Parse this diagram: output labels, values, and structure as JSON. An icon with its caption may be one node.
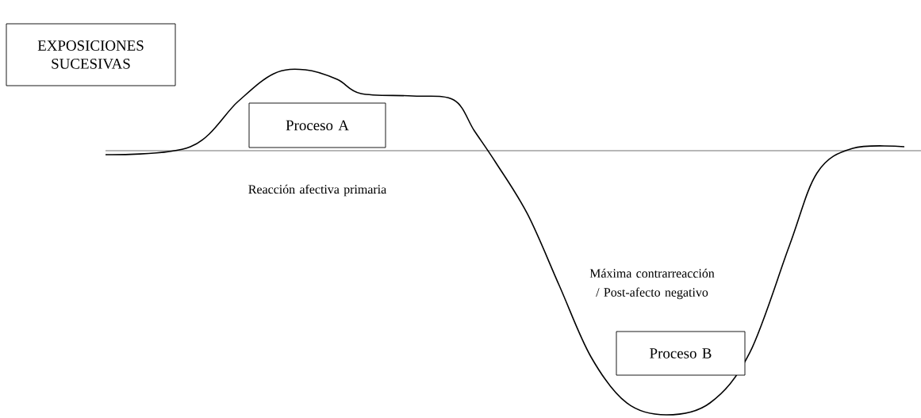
{
  "diagram": {
    "nodes": [
      {
        "text": [
          "EXPOSICIONES SUCESIVAS"
        ]
      },
      {
        "text": [
          "Proceso A"
        ]
      },
      {
        "text": [
          "Proceso B"
        ]
      }
    ],
    "labels": [
      "Reacción afectiva primaria",
      "Máxima contrarreacción / Post-afecto negativo"
    ]
  }
}
